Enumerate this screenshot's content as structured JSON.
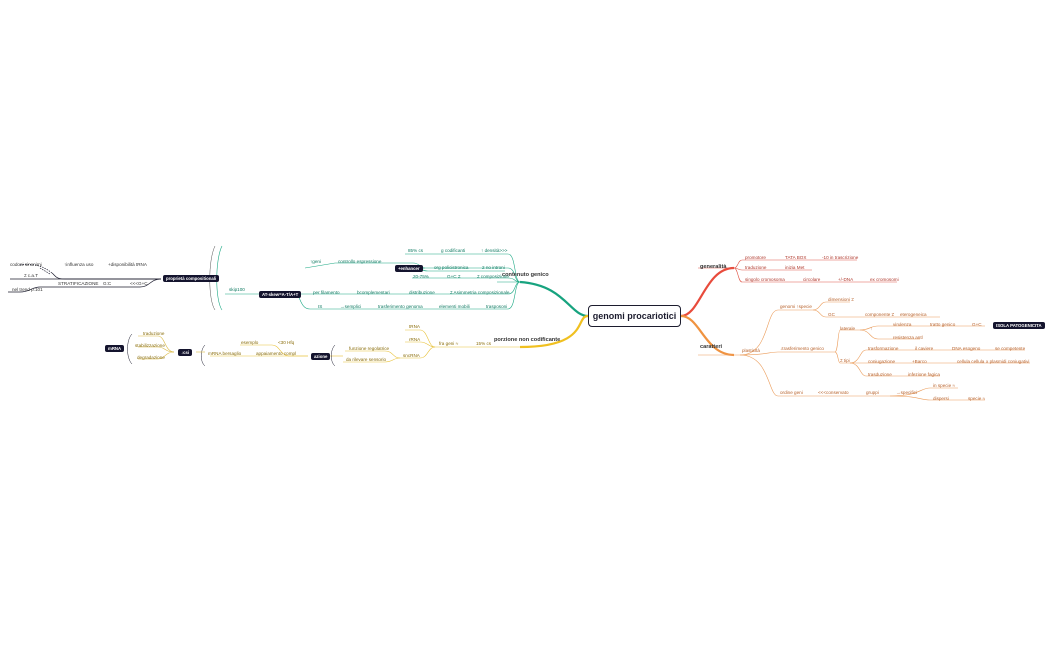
{
  "root": "genomi procariotici",
  "branches": {
    "generalita": {
      "label": "generalità",
      "items": [
        "promotore",
        "TATA BOX",
        "-10 in trascrizione",
        "traduzione",
        "inizia Met",
        "singolo cromosoma",
        "circolare",
        "+/-DNA",
        "ex cromosomi"
      ]
    },
    "caratteri": {
      "label": "caratteri",
      "items": [
        "plasticità",
        "genomi ↑specie",
        "dimensioni ≠",
        "GC",
        "componente ≠",
        "eterogeneica",
        "↓trasferimento genico",
        "laterale",
        "↑",
        "virulenza",
        "tratto genico",
        "G+C",
        "ISOLA PATOGENICITA",
        "resistenza antl",
        "≠ tipi",
        "trasformazione",
        "il caviere",
        "DNA esogeno",
        "se competente",
        "coniugazione",
        "+Barco",
        "cellula cellula",
        "x plasmidi coniugativi",
        "trasduzione",
        "infezione fagica",
        "ordine geni",
        "<<<conservato",
        "gruppi",
        "→specifici",
        "in specie ≈",
        "dispersi",
        "specie ≈"
      ]
    },
    "contenuto": {
      "label": "contenuto genico",
      "items": [
        "85% cs",
        "g codificanti",
        "↑ densità>>>",
        "↑geni",
        "controllo espressione",
        "+enhancer",
        "org policistronica",
        "2 no introni",
        "20-75%",
        "G+C ≠",
        "≠ composizione",
        "AT-skew=A-T/A+T",
        "skip100",
        "per filamento",
        "bcomplementari",
        "distribuzione",
        "≠ Asimmetria composizionale",
        "IS",
        "→semplici",
        "trasferimento genoma",
        "elementi mobili",
        "trasposoni",
        "proprietà compositionali",
        "codoni sinonimi",
        "↑influenza uso",
        "+disponibilità tRNA",
        "≠ c.a.T",
        "STRATIFICAZIONE",
        "G:C",
        "<<<G+C",
        "nel trend p.101"
      ]
    },
    "porzione": {
      "label": "porzione non codificante",
      "items": [
        "tRNA",
        "rRNA",
        "fra geni ≈",
        "15% cs",
        "sncRNA",
        "funzione regolatrice",
        "da rilevare sensorio",
        "azione",
        "mRNA",
        "traduzione",
        "stabilizzazione",
        "degradazione",
        "↓csi",
        "mRNA bersaglio",
        "appaiamento compl",
        "esemplo",
        "<30 Hfq"
      ]
    }
  }
}
